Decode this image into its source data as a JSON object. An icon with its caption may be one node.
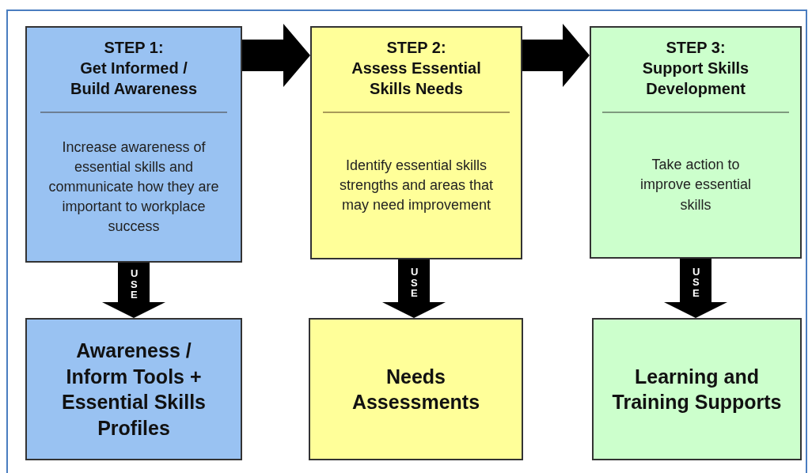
{
  "diagram": {
    "nodes": [
      {
        "text": [
          "STEP 1:",
          "Get Informed / Build Awareness",
          "Increase awareness of essential skills and communicate how they are important to workplace success"
        ]
      },
      {
        "text": [
          "STEP 2:",
          "Assess Essential Skills Needs",
          "Identify essential skills strengths and areas that may need improvement"
        ]
      },
      {
        "text": [
          "STEP 3:",
          "Support Skills Development",
          "Take action to improve essential skills"
        ]
      },
      {
        "text": [
          "Awareness / Inform Tools + Essential Skills Profiles"
        ]
      },
      {
        "text": [
          "Needs Assessments"
        ]
      },
      {
        "text": [
          "Learning and Training Supports"
        ]
      }
    ],
    "edges": [
      {
        "from": 0,
        "to": 1,
        "arrow": "to"
      },
      {
        "from": 1,
        "to": 2,
        "arrow": "to"
      },
      {
        "from": 0,
        "to": 3,
        "arrow": "to",
        "label": "USE"
      },
      {
        "from": 1,
        "to": 4,
        "arrow": "to",
        "label": "USE"
      },
      {
        "from": 2,
        "to": 5,
        "arrow": "to",
        "label": "USE"
      }
    ]
  }
}
